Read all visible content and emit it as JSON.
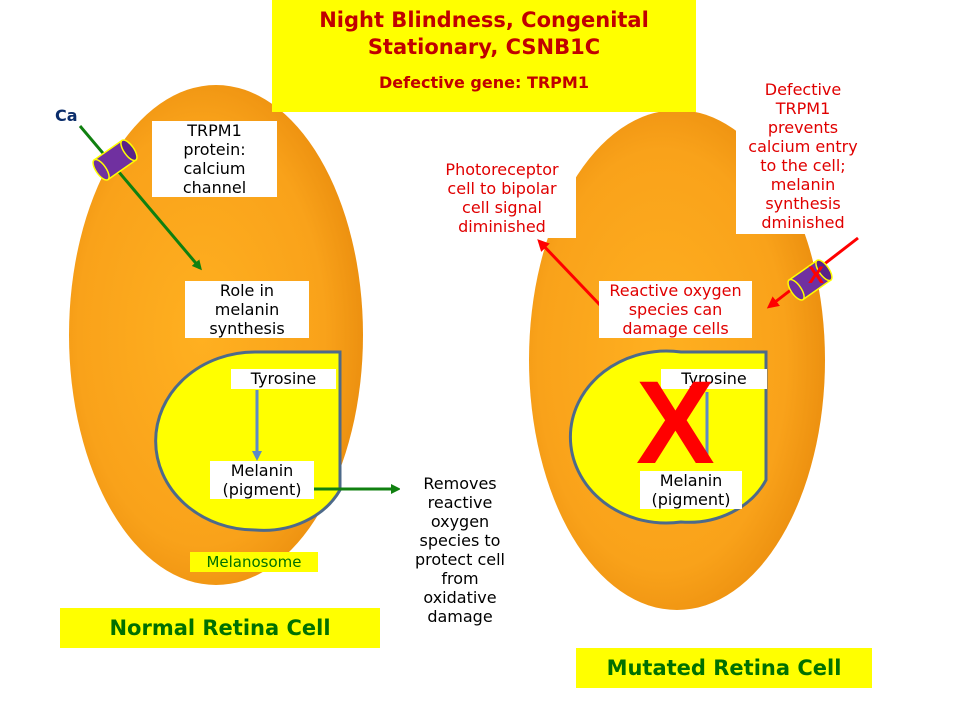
{
  "title": {
    "line1": "Night Blindness, Congenital",
    "line2": "Stationary, CSNB1C",
    "gene": "Defective gene:  TRPM1"
  },
  "normal_cell": {
    "ca_label": "Ca",
    "trpm1": [
      "TRPM1",
      "protein:",
      "calcium",
      "channel"
    ],
    "role": [
      "Role in",
      "melanin",
      "synthesis"
    ],
    "tyrosine": "Tyrosine",
    "melanin": [
      "Melanin",
      "(pigment)"
    ],
    "melanosome": "Melanosome",
    "removes": [
      "Removes",
      "reactive",
      "oxygen",
      "species to",
      "protect cell",
      "from",
      "oxidative",
      "damage"
    ],
    "caption": "Normal Retina Cell"
  },
  "mutated_cell": {
    "photoreceptor": [
      "Photoreceptor",
      "cell to bipolar",
      "cell signal",
      "diminished"
    ],
    "defective": [
      "Defective",
      "TRPM1",
      "prevents",
      "calcium entry",
      "to the cell;",
      "melanin",
      "synthesis",
      "dminished"
    ],
    "ros": [
      "Reactive oxygen",
      "species can",
      "damage cells"
    ],
    "tyrosine": "Tyrosine",
    "melanin": [
      "Melanin",
      "(pigment)"
    ],
    "big_x": "X",
    "small_x": "X",
    "caption": "Mutated Retina Cell"
  },
  "colors": {
    "cell_orange": "#f7a21b",
    "yellow": "#ffff00",
    "green_arrow": "#108010",
    "red_arrow": "#ff0000",
    "blue_arrow": "#5b8ac8",
    "channel_purple": "#7030a0",
    "title_red": "#c00000",
    "caption_green": "#007000"
  }
}
